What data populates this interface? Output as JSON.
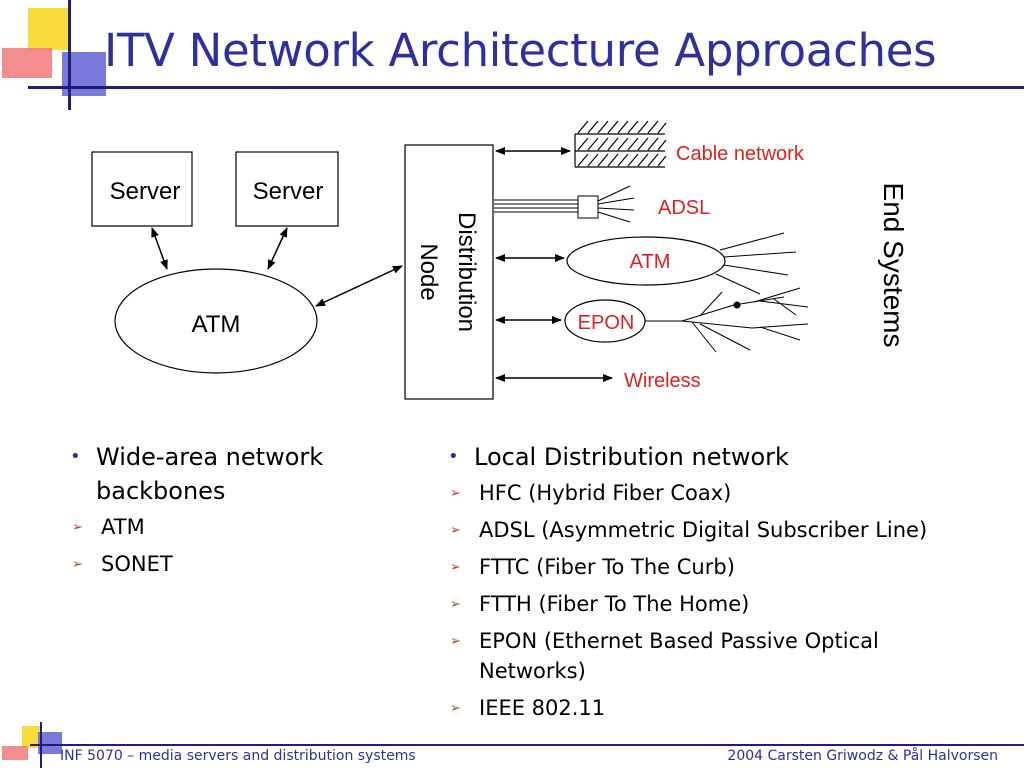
{
  "slide": {
    "title": "ITV Network Architecture Approaches"
  },
  "diagram": {
    "server_1": "Server",
    "server_2": "Server",
    "backbone_atm": "ATM",
    "distribution_node": [
      "Distribution",
      "Node"
    ],
    "access": {
      "cable_network": "Cable network",
      "adsl": "ADSL",
      "atm": "ATM",
      "epon": "EPON",
      "wireless": "Wireless"
    },
    "end_systems": "End Systems",
    "colors": {
      "box_text": "#000000",
      "access_labels": "#e02020",
      "lines": "#000000"
    }
  },
  "left_column": {
    "heading": "Wide-area network backbones",
    "items": [
      "ATM",
      "SONET"
    ]
  },
  "right_column": {
    "heading": "Local Distribution network",
    "items": [
      "HFC (Hybrid Fiber Coax)",
      "ADSL (Asymmetric Digital Subscriber Line)",
      "FTTC (Fiber To The Curb)",
      "FTTH (Fiber To The Home)",
      "EPON (Ethernet Based Passive Optical Networks)",
      "IEEE 802.11"
    ]
  },
  "footer": {
    "left": "INF 5070 – media servers and distribution systems",
    "right": "2004  Carsten Griwodz & Pål Halvorsen"
  },
  "theme": {
    "title_color": "#2f2fa0",
    "rule_color": "#1f1f7a",
    "bullet_color": "#2f2fa0",
    "sub_bullet_color": "#c0392b"
  }
}
